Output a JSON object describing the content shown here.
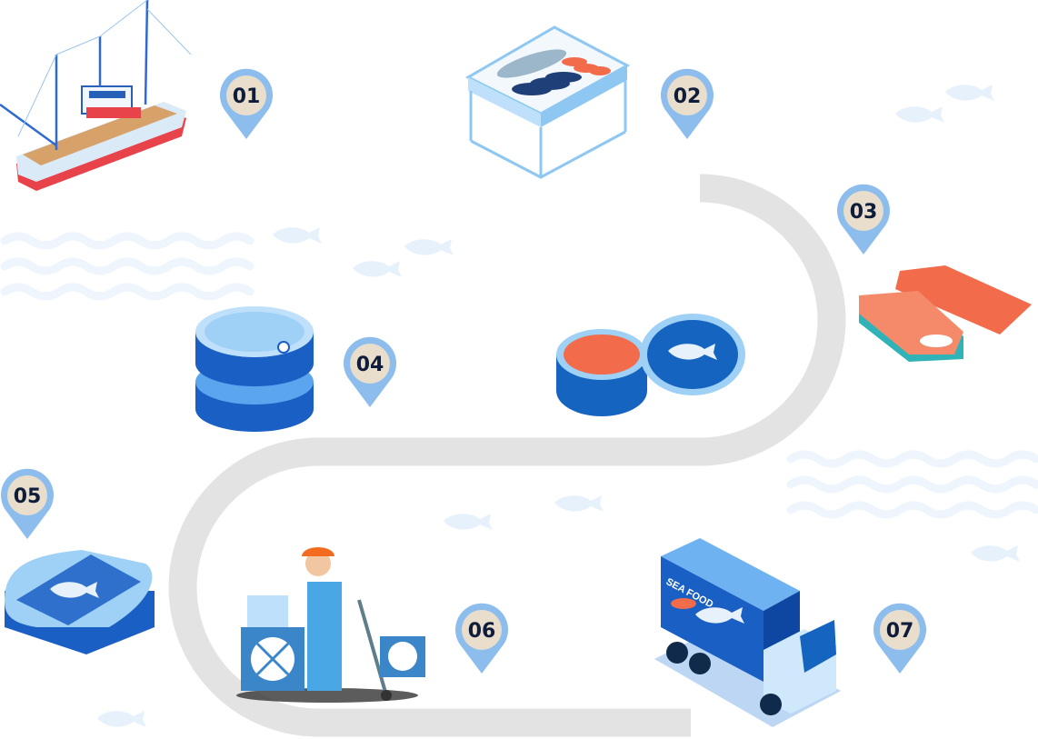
{
  "colors": {
    "path": "#e3e3e3",
    "pin": "#8cbdec",
    "pin_inner": "#e9ddcc",
    "pin_text": "#0f1d3a",
    "accent_blue": "#1565c0",
    "light_blue": "#bfe0fb"
  },
  "steps": [
    {
      "number": "01",
      "icon": "fishing-boat-icon"
    },
    {
      "number": "02",
      "icon": "fish-market-stall-icon"
    },
    {
      "number": "03",
      "icon": "salmon-fillet-icon"
    },
    {
      "number": "04",
      "icon": "stacked-cans-icon"
    },
    {
      "number": "05",
      "icon": "sardine-tins-icon"
    },
    {
      "number": "06",
      "icon": "delivery-worker-icon"
    },
    {
      "number": "07",
      "icon": "seafood-truck-icon"
    }
  ],
  "truck": {
    "label": "SEA FOOD"
  }
}
